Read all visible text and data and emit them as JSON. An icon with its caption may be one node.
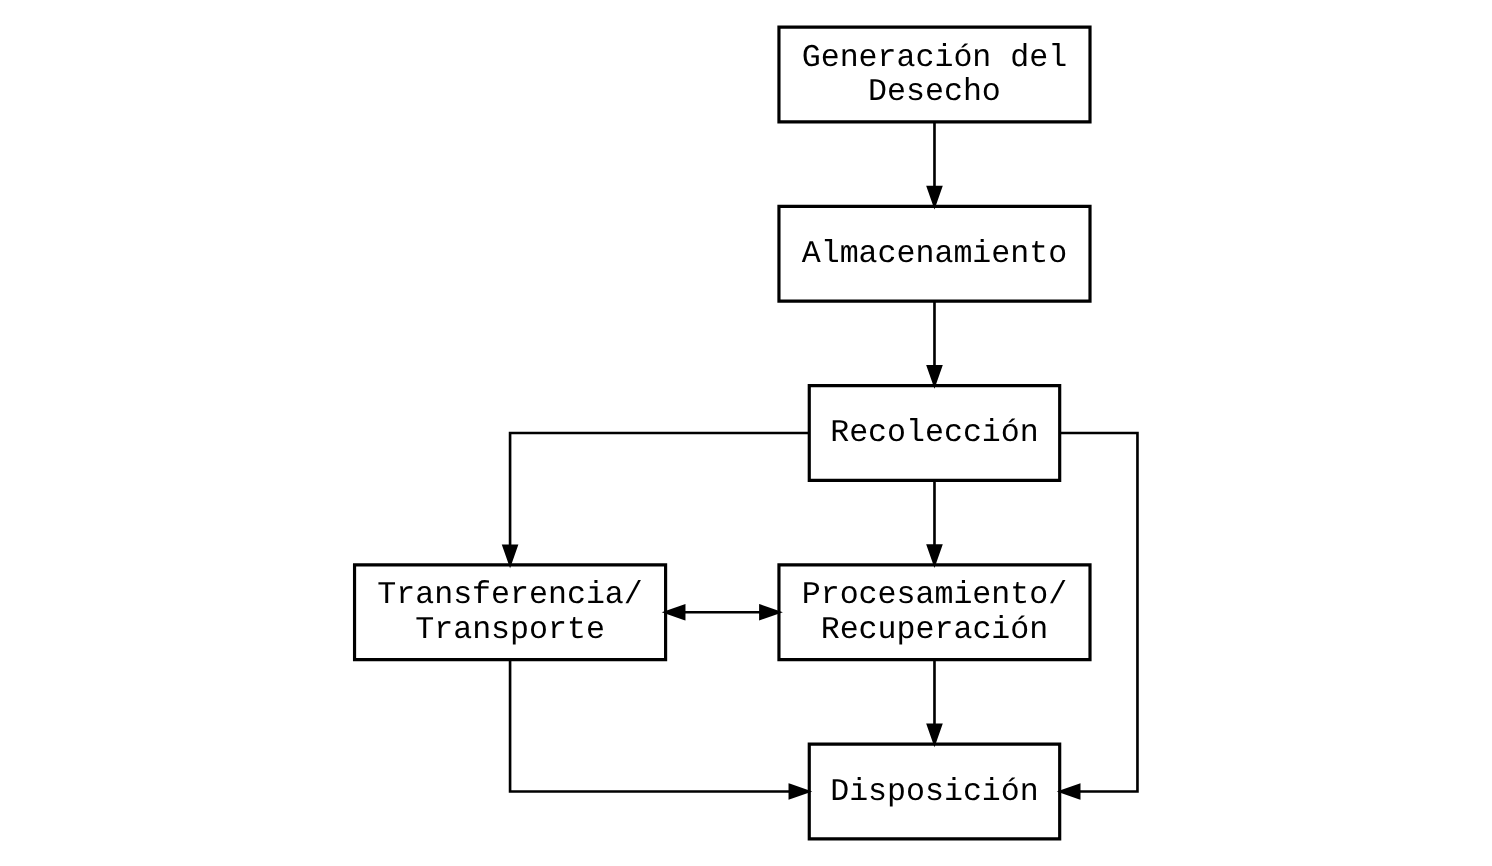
{
  "diagram": {
    "nodes": [
      {
        "text": [
          "Generación del Desecho"
        ]
      },
      {
        "text": [
          "Almacenamiento"
        ]
      },
      {
        "text": [
          "Recolección"
        ]
      },
      {
        "text": [
          "Transferencia/ Transporte"
        ]
      },
      {
        "text": [
          "Procesamiento/ Recuperación"
        ]
      },
      {
        "text": [
          "Disposición"
        ]
      }
    ],
    "edges": [
      {
        "from": 0,
        "to": 1,
        "arrow": "to"
      },
      {
        "from": 1,
        "to": 2,
        "arrow": "to"
      },
      {
        "from": 2,
        "to": 3,
        "arrow": "to"
      },
      {
        "from": 2,
        "to": 5,
        "arrow": "to"
      },
      {
        "from": 2,
        "to": 4,
        "arrow": "to"
      },
      {
        "from": 3,
        "to": 4,
        "arrow": "both"
      },
      {
        "from": 3,
        "to": 5,
        "arrow": "to"
      },
      {
        "from": 4,
        "to": 5,
        "arrow": "to"
      }
    ]
  }
}
